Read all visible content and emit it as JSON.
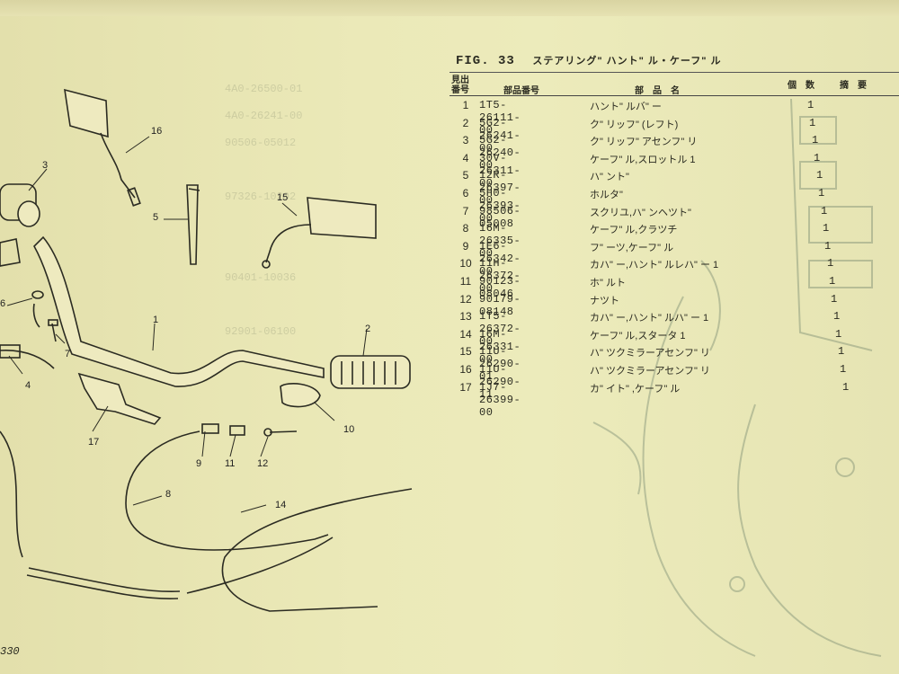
{
  "header": {
    "fig_label": "FIG. 33",
    "title": "ステアリング\" ハント\" ル・ケーフ\" ル",
    "col_ref_no": "見出\n番号",
    "col_part_no": "部品番号",
    "col_part_name": "部　品　名",
    "col_qty": "個　数",
    "col_remarks": "摘　要"
  },
  "parts": [
    {
      "no": "1",
      "part_no": "1T5-26111-00",
      "name": "ハント\" ルバ\" ー",
      "qty": "1"
    },
    {
      "no": "2",
      "part_no": "5G2-26241-00",
      "name": "ク\" リッフ\" (レフト)",
      "qty": "1"
    },
    {
      "no": "3",
      "part_no": "5G2-26240-00",
      "name": "ク\" リッフ\" アセンフ\" リ",
      "qty": "1"
    },
    {
      "no": "4",
      "part_no": "30V-26311-00",
      "name": "ケーフ\" ル,スロットル 1",
      "qty": "1"
    },
    {
      "no": "5",
      "part_no": "12R-26397-00",
      "name": "ハ\" ント\"",
      "qty": "1"
    },
    {
      "no": "6",
      "part_no": "5H0-26393-00",
      "name": "ホルタ\"",
      "qty": "1"
    },
    {
      "no": "7",
      "part_no": "98506-05008",
      "name": "スクリユ,ハ\" ンヘツト\"",
      "qty": "1"
    },
    {
      "no": "8",
      "part_no": "16M-26335-00",
      "name": "ケーフ\" ル,クラツチ",
      "qty": "1"
    },
    {
      "no": "9",
      "part_no": "1E6-26342-00",
      "name": "フ\" ーツ,ケーフ\" ル",
      "qty": "1"
    },
    {
      "no": "10",
      "part_no": "11H-26372-00",
      "name": "カハ\" ー,ハント\" ルレハ\" ー 1",
      "qty": "1"
    },
    {
      "no": "11",
      "part_no": "90123-08046",
      "name": "ホ\" ルト",
      "qty": "1"
    },
    {
      "no": "12",
      "part_no": "90179-08148",
      "name": "ナツト",
      "qty": "1"
    },
    {
      "no": "13",
      "part_no": "1T5-26372-00",
      "name": "カハ\" ー,ハント\" ルハ\" ー 1",
      "qty": "1"
    },
    {
      "no": "14",
      "part_no": "16M-26331-00",
      "name": "ケーフ\" ル,スタータ 1",
      "qty": "1"
    },
    {
      "no": "15",
      "part_no": "11U-26290-01",
      "name": "ハ\" ツクミラーアセンフ\" リ",
      "qty": "1"
    },
    {
      "no": "16",
      "part_no": "11U-26290-11",
      "name": "ハ\" ツクミラーアセンフ\" リ",
      "qty": "1"
    },
    {
      "no": "17",
      "part_no": "1J7-26399-00",
      "name": "カ\" イト\" ,ケーフ\" ル",
      "qty": "1"
    }
  ],
  "callouts": [
    "1",
    "2",
    "3",
    "4",
    "5",
    "6",
    "7",
    "8",
    "9",
    "10",
    "11",
    "12",
    "14",
    "15",
    "16",
    "17"
  ],
  "page_number": "330"
}
